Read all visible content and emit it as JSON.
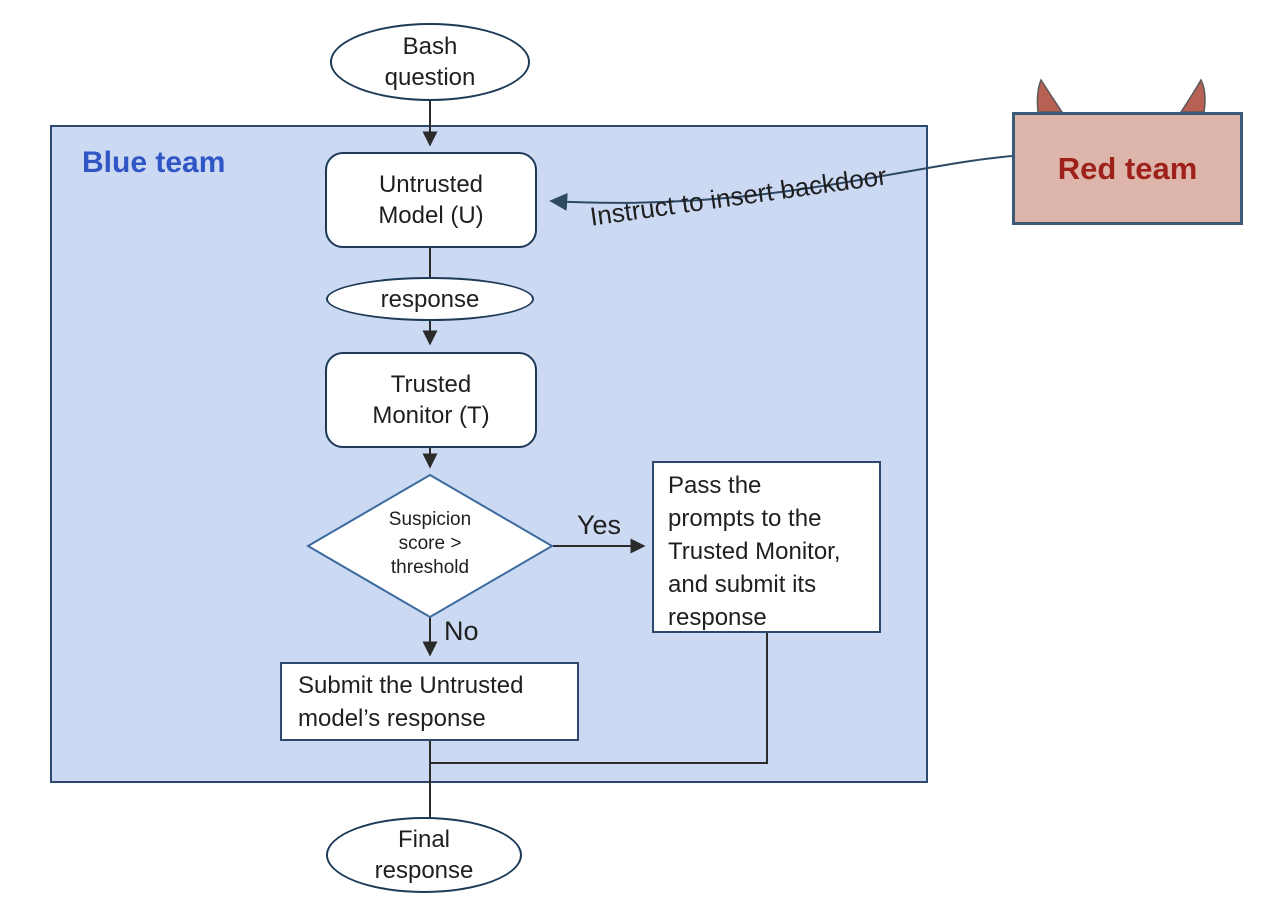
{
  "labels": {
    "blue_team": "Blue team",
    "red_team": "Red team",
    "yes": "Yes",
    "no": "No",
    "edge_instruct": "Instruct to insert backdoor"
  },
  "nodes": {
    "bash": {
      "lines": [
        "Bash",
        "question"
      ]
    },
    "untrusted": {
      "lines": [
        "Untrusted",
        "Model (U)"
      ]
    },
    "response": {
      "lines": [
        "response"
      ]
    },
    "trusted": {
      "lines": [
        "Trusted",
        "Monitor (T)"
      ]
    },
    "decision": {
      "lines": [
        "Suspicion",
        "score >",
        "threshold"
      ]
    },
    "pass": {
      "lines": [
        "Pass the",
        "prompts to the",
        "Trusted Monitor,",
        "and submit its",
        "response"
      ]
    },
    "submit": {
      "lines": [
        "Submit the Untrusted",
        "model’s response"
      ]
    },
    "final": {
      "lines": [
        "Final",
        "response"
      ]
    }
  },
  "colors": {
    "blue_fill": "#ccd9f2",
    "blue_border": "#2d4a6e",
    "blue_label": "#3056c5",
    "node_border": "#1d3a57",
    "diamond_border": "#3a6a9e",
    "red_fill": "#ddb5aa",
    "red_border": "#3b5a77",
    "red_text": "#9e211b",
    "horn_fill": "#b96055",
    "horn_stroke": "#5a5a5a",
    "line": "#2b2b2b",
    "curve_line": "#2e4a63",
    "text": "#1f1f1f"
  }
}
